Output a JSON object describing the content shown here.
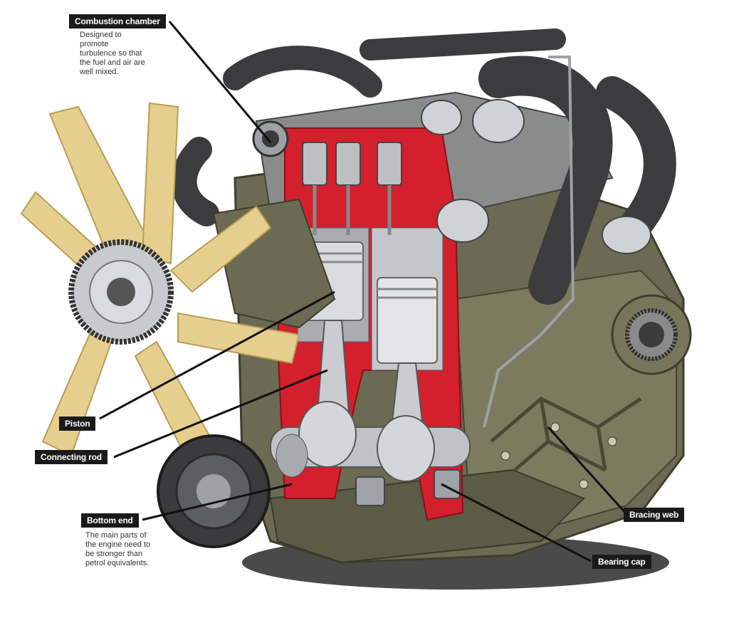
{
  "colors": {
    "background": "#ffffff",
    "label_bg": "#1a1a1a",
    "label_text": "#ffffff",
    "cutaway": "#d4202c",
    "block": "#6b6a52",
    "metal": "#b9bcc2",
    "hose": "#3c3c3e",
    "fan": "#e6cf8e",
    "leader": "#111111"
  },
  "labels": {
    "combustion_chamber": {
      "title": "Combustion chamber",
      "description": [
        "Designed to",
        "promote",
        "turbulence so that",
        "the fuel and air are",
        "well mixed."
      ]
    },
    "piston": {
      "title": "Piston"
    },
    "connecting_rod": {
      "title": "Connecting rod"
    },
    "bottom_end": {
      "title": "Bottom end",
      "description": [
        "The main parts of",
        "the engine need to",
        "be stronger than",
        "petrol equivalents."
      ]
    },
    "bracing_web": {
      "title": "Bracing web"
    },
    "bearing_cap": {
      "title": "Bearing cap"
    }
  }
}
